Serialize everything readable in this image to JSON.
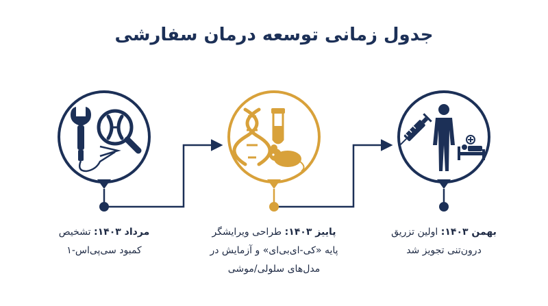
{
  "title": "جدول زمانی توسعه درمان سفارشی",
  "colors": {
    "navy": "#1c3057",
    "gold": "#d8a13a",
    "white": "#ffffff"
  },
  "steps": [
    {
      "date_label": "مرداد ۱۴۰۳:",
      "line1": "تشخیص",
      "line2": "کمبود سی‌پی‌اس-۱",
      "line3": "",
      "icon": "diagnosis-wrench-dna-magnifier-icon"
    },
    {
      "date_label": "پاییز ۱۴۰۳:",
      "line1": "طراحی ویرایشگر",
      "line2": "پایه «کی-ای‌بی‌ای» و آزمایش در",
      "line3": "مدل‌های سلولی/موشی",
      "icon": "dna-testtube-mouse-icon"
    },
    {
      "date_label": "بهمن ۱۴۰۳:",
      "line1": "اولین تزریق",
      "line2": "درون‌تنی تجویز شد",
      "line3": "",
      "icon": "syringe-patient-bed-icon"
    }
  ]
}
